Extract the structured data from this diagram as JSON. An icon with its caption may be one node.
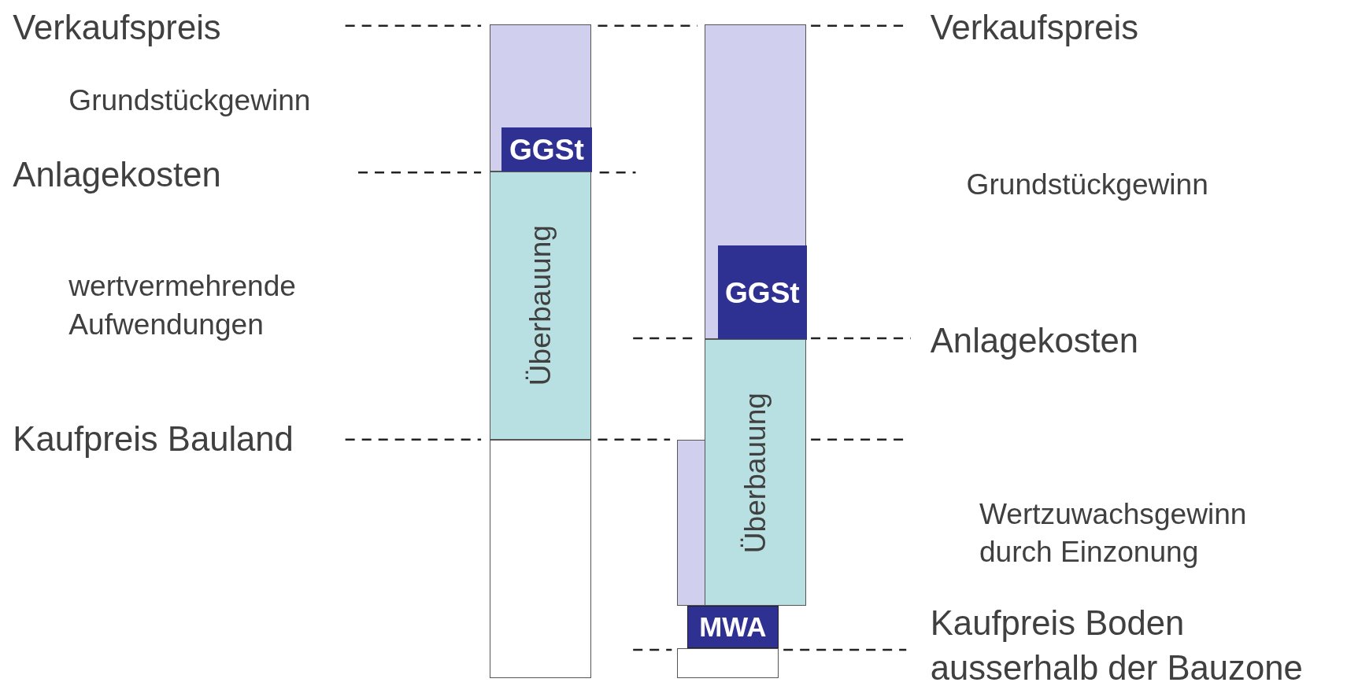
{
  "diagram": {
    "nodes": [
      {
        "text": [],
        "shape": "box"
      },
      {
        "text": [
          "GGSt"
        ],
        "in": 0
      },
      {
        "text": [
          "Überbauung"
        ]
      },
      {
        "text": [],
        "shape": "box"
      },
      {
        "text": [],
        "shape": "box"
      },
      {
        "text": [
          "GGSt"
        ],
        "in": 4
      },
      {
        "text": [
          "Überbauung"
        ]
      },
      {
        "text": [],
        "shape": "box"
      },
      {
        "text": [
          "MWA"
        ]
      },
      {
        "text": [],
        "shape": "box"
      }
    ],
    "edges": [],
    "labels": [
      "Verkaufspreis",
      "Verkaufspreis",
      "Grundstückgewinn",
      "Anlagekosten",
      "Grundstückgewinn",
      "wertvermehrende Aufwendungen",
      "Anlagekosten",
      "Kaufpreis Bauland",
      "Wertzuwachsgewinn durch Einzonung",
      "Kaufpreis Boden ausserhalb der Bauzone"
    ]
  }
}
